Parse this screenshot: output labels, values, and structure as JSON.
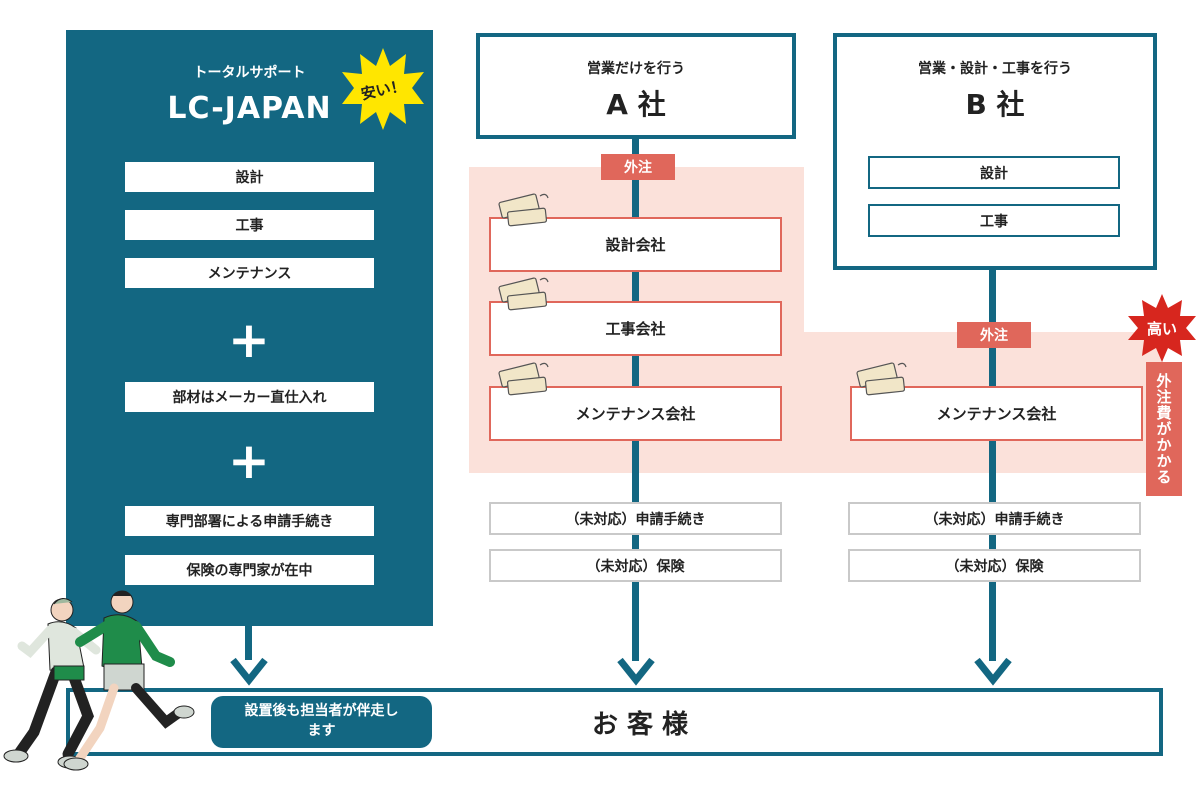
{
  "lc": {
    "subtitle": "トータルサポート",
    "name": "LC-JAPAN",
    "badge": "安い！",
    "items": [
      "設計",
      "工事",
      "メンテナンス"
    ],
    "plus": "+",
    "material": "部材はメーカー直仕入れ",
    "app": "専門部署による申請手続き",
    "insurance": "保険の専門家が在中"
  },
  "company_a": {
    "subtitle": "営業だけを行う",
    "name": "A 社",
    "tag": "外注",
    "subs": [
      "設計会社",
      "工事会社",
      "メンテナンス会社"
    ],
    "extras": [
      "（未対応）申請手続き",
      "（未対応）保険"
    ]
  },
  "company_b": {
    "subtitle": "営業・設計・工事を行う",
    "name": "B 社",
    "items": [
      "設計",
      "工事"
    ],
    "tag": "外注",
    "sub": "メンテナンス会社",
    "extras": [
      "（未対応）申請手続き",
      "（未対応）保険"
    ],
    "badge": "高い",
    "side_note": "外注費がかかる"
  },
  "customer": {
    "label": "お 客 様",
    "pill": "設置後も担当者が伴走します"
  },
  "colors": {
    "teal": "#136782",
    "accent_red": "#e0675b",
    "pink": "#fbe1da",
    "badge_yellow": "#ffe600",
    "badge_red": "#d7261e"
  }
}
